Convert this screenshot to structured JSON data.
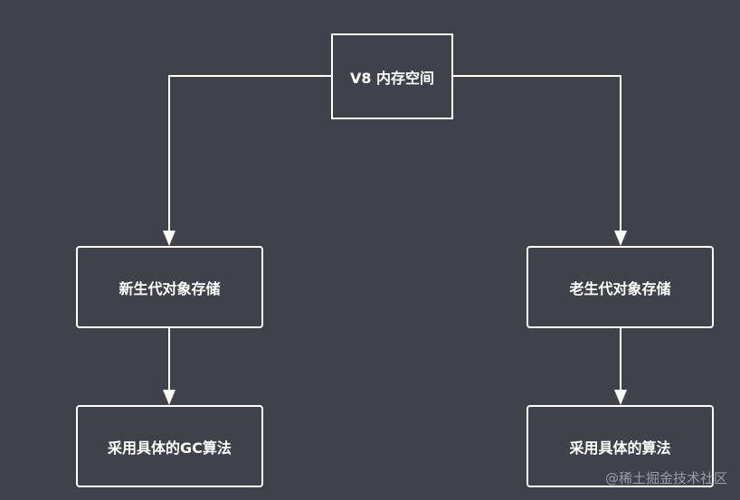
{
  "diagram": {
    "root": {
      "label": "V8 内存空间"
    },
    "young_generation": {
      "label": "新生代对象存储"
    },
    "old_generation": {
      "label": "老生代对象存储"
    },
    "young_algorithm": {
      "label": "采用具体的GC算法"
    },
    "old_algorithm": {
      "label": "采用具体的算法"
    }
  },
  "watermark": {
    "text": "@稀土掘金技术社区"
  },
  "colors": {
    "background": "#3f424a",
    "stroke": "#ffffff",
    "text": "#ffffff",
    "watermark": "#9a9ca3"
  }
}
